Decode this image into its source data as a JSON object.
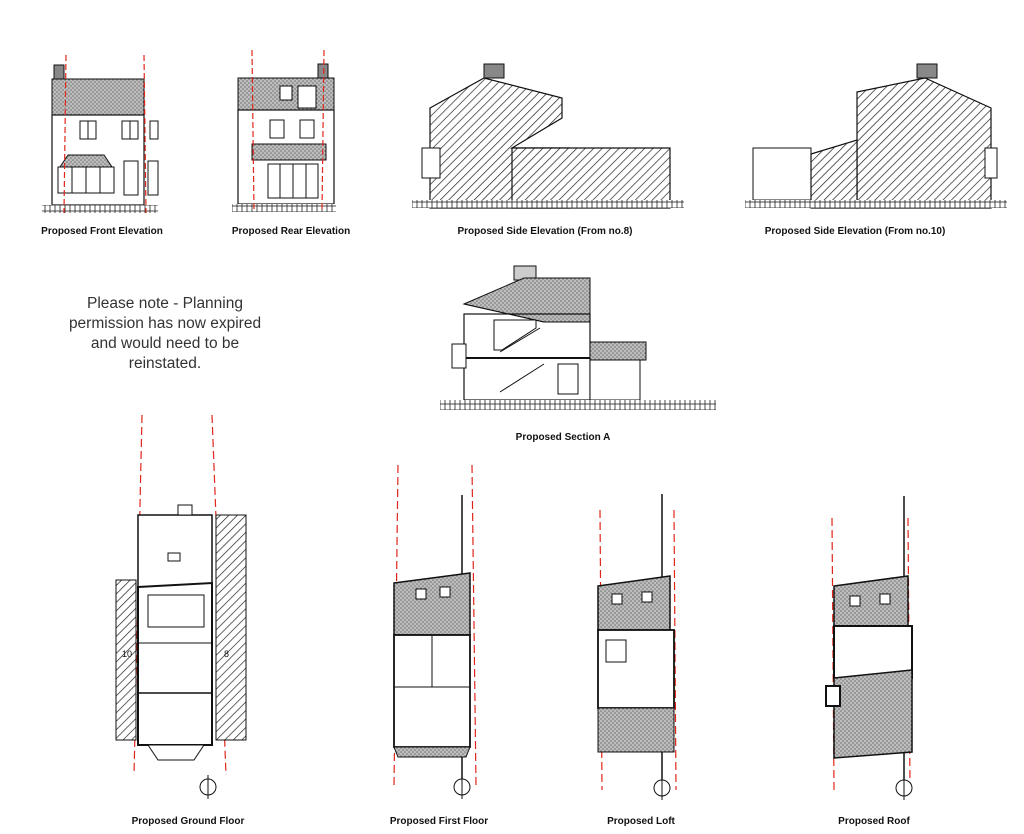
{
  "sheet": {
    "note": "Please note - Planning permission has now expired and would need to be reinstated.",
    "captions": {
      "front_elevation": "Proposed Front Elevation",
      "rear_elevation": "Proposed Rear Elevation",
      "side_elevation_8": "Proposed Side Elevation (From no.8)",
      "side_elevation_10": "Proposed Side Elevation (From no.10)",
      "section_a": "Proposed Section A",
      "ground_floor": "Proposed Ground Floor",
      "first_floor": "Proposed First Floor",
      "loft": "Proposed Loft",
      "roof": "Proposed Roof"
    },
    "plan_labels": {
      "neighbour_left": "10",
      "neighbour_right": "8"
    }
  },
  "colors": {
    "line": "#1a1a1a",
    "boundary": "#e0261b",
    "hatch": "#222222",
    "roof_tile": "#9a9a9a",
    "note_text": "#333333"
  }
}
